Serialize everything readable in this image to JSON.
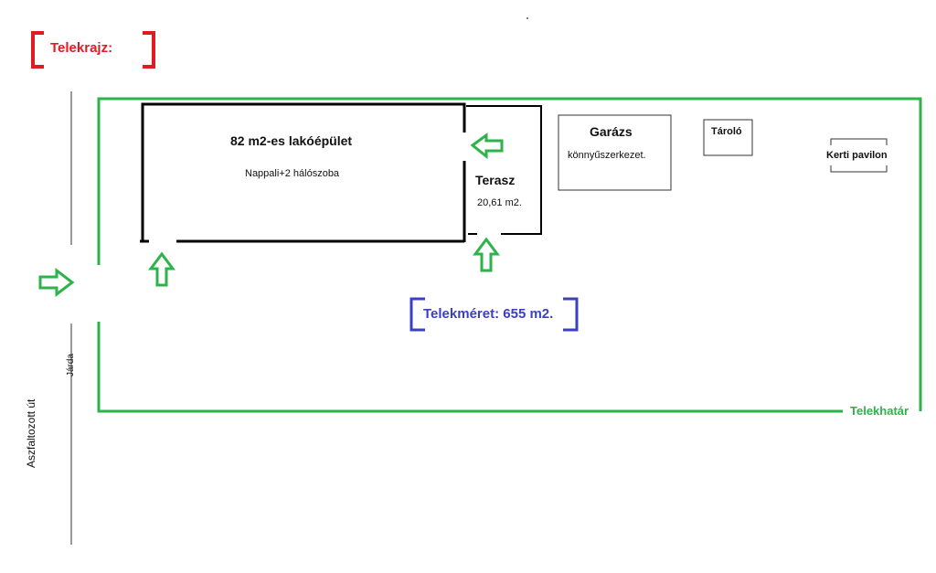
{
  "title": "Telekrajz:",
  "house": {
    "title": "82 m2-es lakóépület",
    "subtitle": "Nappali+2 hálószoba"
  },
  "terrace": {
    "title": "Terasz",
    "area": "20,61 m2."
  },
  "garage": {
    "title": "Garázs",
    "subtitle": "könnyűszerkezet."
  },
  "storage": {
    "title": "Tároló"
  },
  "pavilion": {
    "title": "Kerti pavilon"
  },
  "plot_size": "Telekméret: 655 m2.",
  "boundary_label": "Telekhatár",
  "sidewalk_label": "Járda",
  "road_label": "Aszfaltozott út",
  "colors": {
    "title": "#e21b23",
    "boundary": "#2db34a",
    "plot_size": "#3b3fc4",
    "walls": "#000000"
  },
  "icons": [
    "arrow-right-icon",
    "arrow-up-icon",
    "arrow-left-icon"
  ]
}
